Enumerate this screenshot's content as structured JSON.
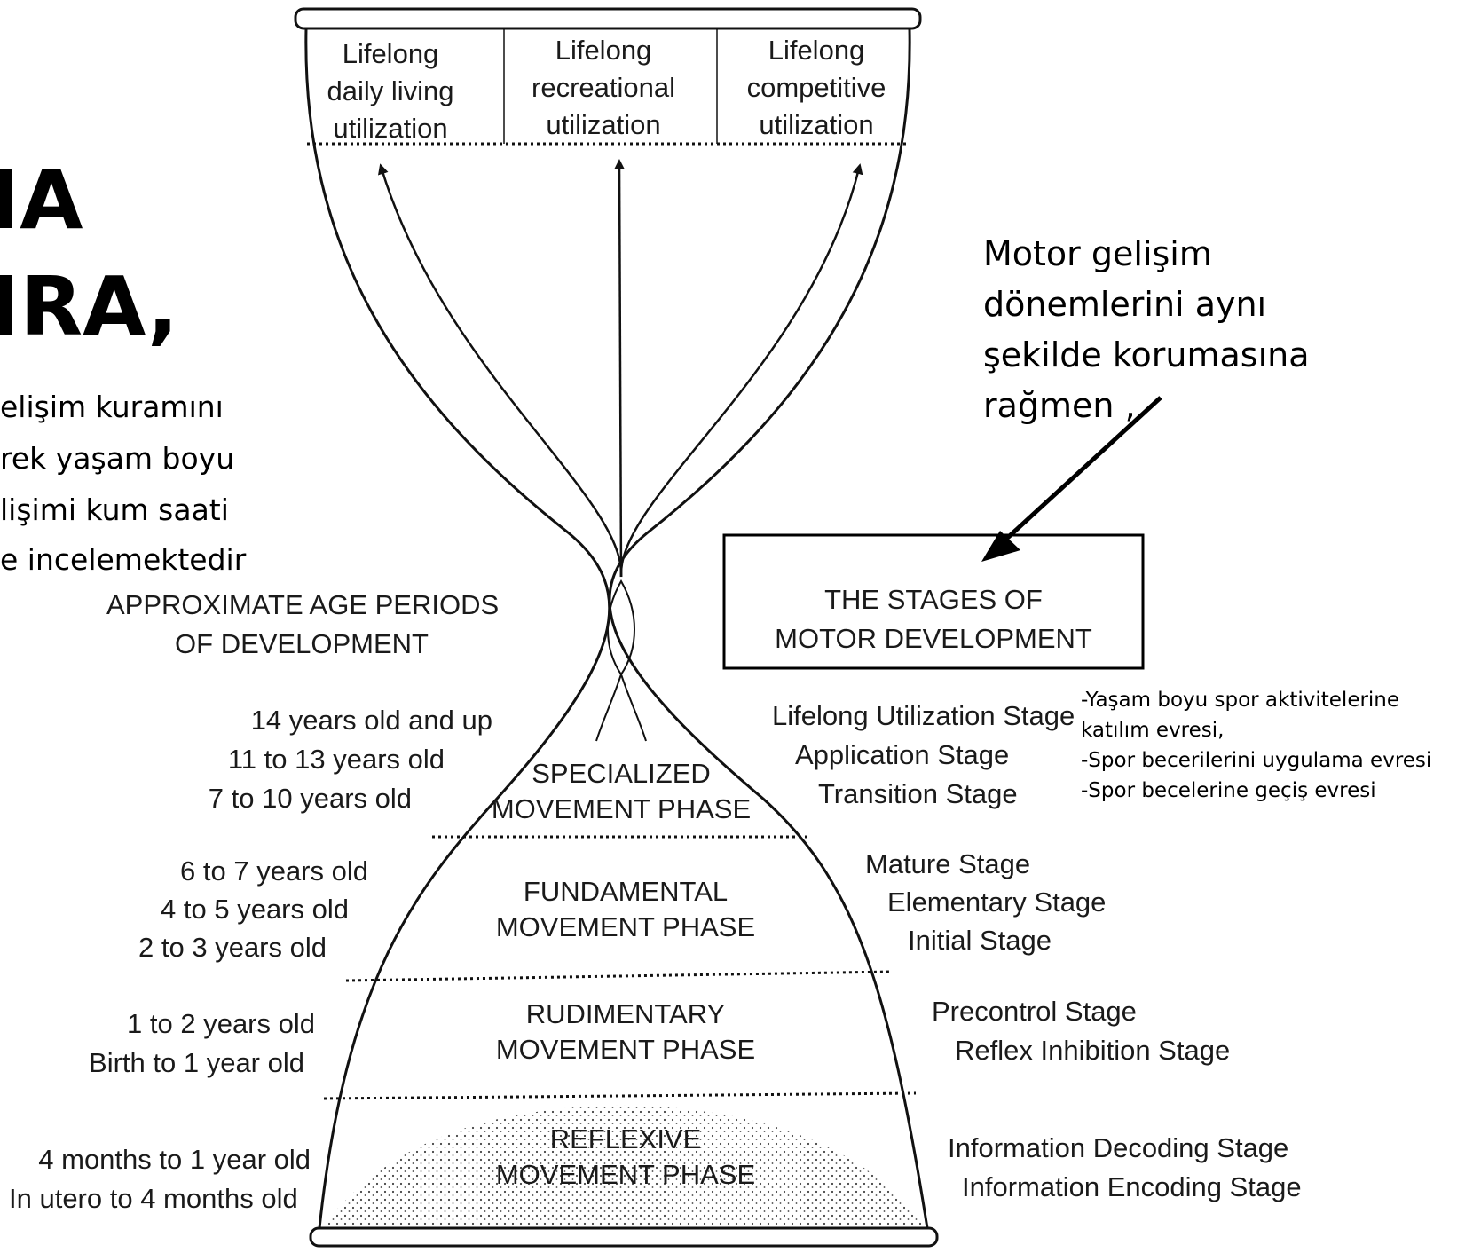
{
  "left_title": {
    "line1": "IA",
    "line2": "IRA,"
  },
  "left_text": [
    "elişim kuramını",
    "rek yaşam boyu",
    "lişimi kum saati",
    "e incelemektedir"
  ],
  "top_outcomes": [
    {
      "lines": [
        "Lifelong",
        "daily living",
        "utilization"
      ]
    },
    {
      "lines": [
        "Lifelong",
        "recreational",
        "utilization"
      ]
    },
    {
      "lines": [
        "Lifelong",
        "competitive",
        "utilization"
      ]
    }
  ],
  "left_heading": [
    "APPROXIMATE AGE PERIODS",
    "OF DEVELOPMENT"
  ],
  "right_heading": [
    "THE STAGES OF",
    "MOTOR DEVELOPMENT"
  ],
  "phases": [
    {
      "lines": [
        "SPECIALIZED",
        "MOVEMENT PHASE"
      ],
      "ages": [
        "14 years old and up",
        "11 to 13 years old",
        "7 to 10 years old"
      ],
      "stages": [
        "Lifelong Utilization Stage",
        "Application Stage",
        "Transition Stage"
      ]
    },
    {
      "lines": [
        "FUNDAMENTAL",
        "MOVEMENT PHASE"
      ],
      "ages": [
        "6 to 7 years old",
        "4 to 5 years old",
        "2 to 3 years old"
      ],
      "stages": [
        "Mature Stage",
        "Elementary Stage",
        "Initial Stage"
      ]
    },
    {
      "lines": [
        "RUDIMENTARY",
        "MOVEMENT PHASE"
      ],
      "ages": [
        "1 to 2 years old",
        "Birth to 1 year old"
      ],
      "stages": [
        "Precontrol Stage",
        "Reflex Inhibition Stage"
      ]
    },
    {
      "lines": [
        "REFLEXIVE",
        "MOVEMENT PHASE"
      ],
      "ages": [
        "4 months to 1 year old",
        "In utero to 4 months old"
      ],
      "stages": [
        "Information Decoding Stage",
        "Information Encoding Stage"
      ]
    }
  ],
  "annotation": [
    "Motor gelişim",
    "dönemlerini aynı",
    "şekilde korumasına",
    "rağmen ,"
  ],
  "turkish_notes": [
    "-Yaşam boyu spor aktivitelerine",
    "katılım evresi,",
    "-Spor becerilerini uygulama evresi",
    "-Spor becelerine geçiş evresi"
  ]
}
